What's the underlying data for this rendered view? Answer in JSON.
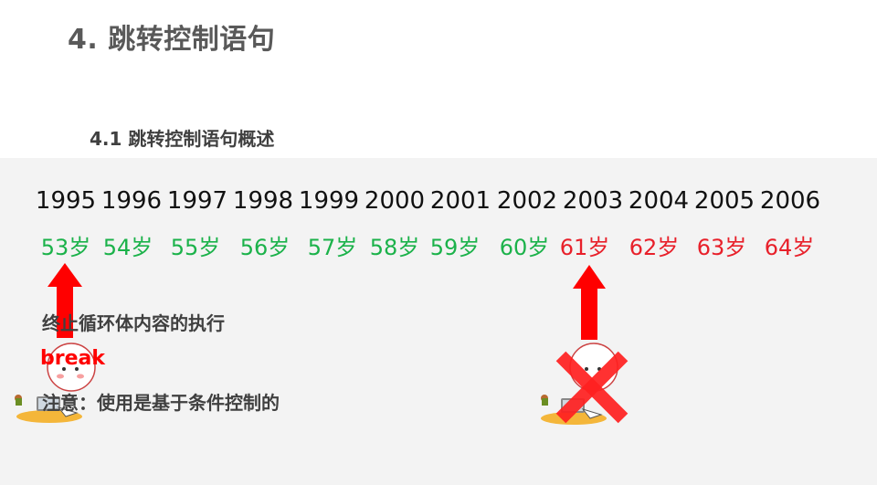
{
  "heading": "4. 跳转控制语句",
  "subheading": "4.1 跳转控制语句概述",
  "timeline": {
    "years": [
      "1995",
      "1996",
      "1997",
      "1998",
      "1999",
      "2000",
      "2001",
      "2002",
      "2003",
      "2004",
      "2005",
      "2006"
    ],
    "ages": [
      "53岁",
      "54岁",
      "55岁",
      "56岁",
      "57岁",
      "58岁",
      "59岁",
      "60岁",
      "61岁",
      "62岁",
      "63岁",
      "64岁"
    ],
    "age_colors": [
      "#1bb24a",
      "#1bb24a",
      "#1bb24a",
      "#1bb24a",
      "#1bb24a",
      "#1bb24a",
      "#1bb24a",
      "#1bb24a",
      "#e8202a",
      "#e8202a",
      "#e8202a",
      "#e8202a"
    ]
  },
  "notes": {
    "line1": "终止循环体内容的执行",
    "keyword": "break",
    "line2": "注意：使用是基于条件控制的"
  },
  "colors": {
    "arrow": "#ff0000",
    "cross": "#ff2020",
    "panel": "#f3f3f3"
  },
  "icons": [
    "up-arrow-icon",
    "cartoon-character-icon",
    "red-cross-icon"
  ]
}
